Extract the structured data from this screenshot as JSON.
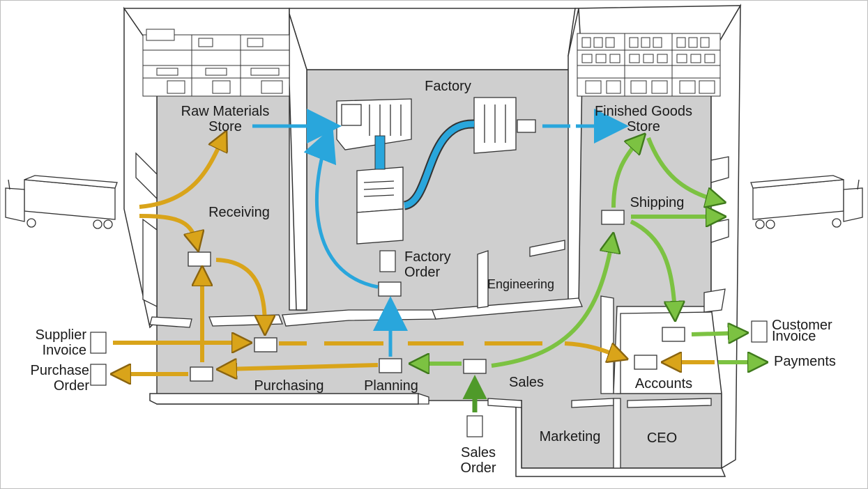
{
  "labels": {
    "raw_materials_line1": "Raw Materials",
    "raw_materials_line2": "Store",
    "factory": "Factory",
    "finished_goods_line1": "Finished Goods",
    "finished_goods_line2": "Store",
    "receiving": "Receiving",
    "shipping": "Shipping",
    "factory_order_line1": "Factory",
    "factory_order_line2": "Order",
    "engineering": "Engineering",
    "supplier_invoice_line1": "Supplier",
    "supplier_invoice_line2": "Invoice",
    "purchase_order_line1": "Purchase",
    "purchase_order_line2": "Order",
    "purchasing": "Purchasing",
    "planning": "Planning",
    "sales": "Sales",
    "accounts": "Accounts",
    "customer_invoice_line1": "Customer",
    "customer_invoice_line2": "Invoice",
    "payments": "Payments",
    "marketing": "Marketing",
    "ceo": "CEO",
    "sales_order_line1": "Sales",
    "sales_order_line2": "Order"
  },
  "colors": {
    "floor": "#cfcfcf",
    "wall": "#ffffff",
    "outline": "#333333",
    "blue_flow": "#29a6dc",
    "gold_flow": "#d9a41a",
    "green_flow": "#7cc242",
    "dark_green_flow": "#4f9a2a"
  },
  "icons": [
    "truck-icon",
    "document-icon",
    "form-icon",
    "shelf-icon",
    "machine-icon",
    "conveyor-icon"
  ]
}
